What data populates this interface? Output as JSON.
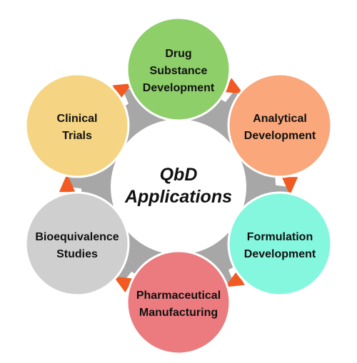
{
  "center": {
    "line1": "QbD",
    "line2": "Applications"
  },
  "nodes": [
    {
      "id": "drug-substance-development",
      "lines": [
        "Drug",
        "Substance",
        "Development"
      ],
      "color": "#8ECF6A"
    },
    {
      "id": "analytical-development",
      "lines": [
        "Analytical",
        "Development"
      ],
      "color": "#F9A77B"
    },
    {
      "id": "formulation-development",
      "lines": [
        "Formulation",
        "Development"
      ],
      "color": "#86F7DF"
    },
    {
      "id": "pharmaceutical-manufacturing",
      "lines": [
        "Pharmaceutical",
        "Manufacturing"
      ],
      "color": "#EB7B7E"
    },
    {
      "id": "bioequivalence-studies",
      "lines": [
        "Bioequivalence",
        "Studies"
      ],
      "color": "#CFCFCF"
    },
    {
      "id": "clinical-trials",
      "lines": [
        "Clinical",
        "Trials"
      ],
      "color": "#F5D583"
    }
  ],
  "colors": {
    "ring": "#A7A7A7",
    "arrow": "#F15A22",
    "center_fill": "#FFFFFF",
    "node_stroke": "#FFFFFF",
    "text": "#111111"
  }
}
